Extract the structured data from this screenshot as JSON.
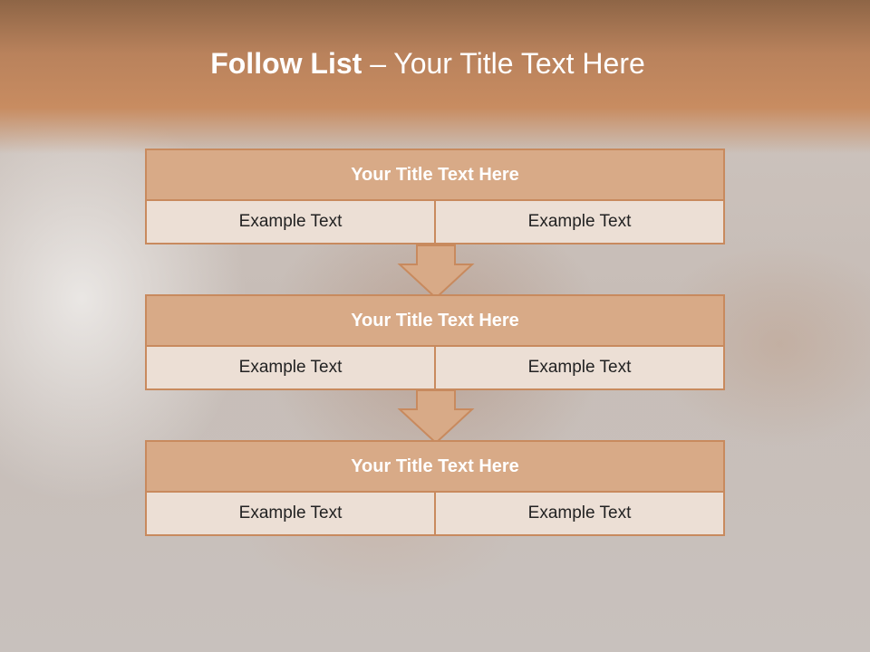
{
  "slide": {
    "title_bold": "Follow List",
    "title_rest": " – Your Title Text Here"
  },
  "blocks": [
    {
      "title": "Your Title Text Here",
      "left": "Example Text",
      "right": "Example Text"
    },
    {
      "title": "Your Title Text Here",
      "left": "Example Text",
      "right": "Example Text"
    },
    {
      "title": "Your Title Text Here",
      "left": "Example Text",
      "right": "Example Text"
    }
  ],
  "colors": {
    "band": "#c88c61",
    "header_fill": "#d8aa87",
    "body_fill": "#ecdfd5",
    "border": "#c88a5e"
  }
}
